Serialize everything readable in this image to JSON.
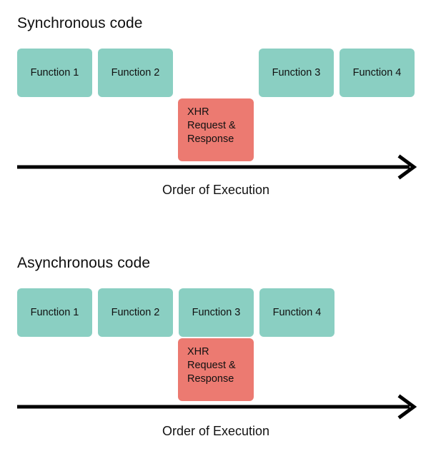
{
  "diagram": {
    "background_color": "#ffffff",
    "function_box_color": "#8ACFC2",
    "xhr_box_color": "#EC7A71",
    "axis_color": "#000000",
    "text_color": "#111111"
  },
  "sections": [
    {
      "id": "sync",
      "title": "Synchronous code",
      "functions": [
        {
          "label": "Function 1"
        },
        {
          "label": "Function 2"
        },
        {
          "label": "Function 3"
        },
        {
          "label": "Function 4"
        }
      ],
      "xhr": {
        "label": "XHR\nRequest &\nResponse"
      },
      "axis_caption": "Order of Execution"
    },
    {
      "id": "async",
      "title": "Asynchronous code",
      "functions": [
        {
          "label": "Function 1"
        },
        {
          "label": "Function 2"
        },
        {
          "label": "Function 3"
        },
        {
          "label": "Function 4"
        }
      ],
      "xhr": {
        "label": "XHR\nRequest &\nResponse"
      },
      "axis_caption": "Order of Execution"
    }
  ]
}
